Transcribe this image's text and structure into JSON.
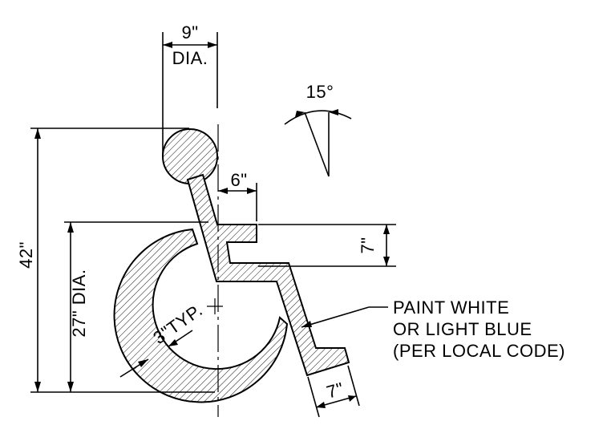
{
  "dimensions": {
    "head_diameter": "9\"",
    "head_dia_suffix": "DIA.",
    "angle": "15°",
    "arm_offset": "6\"",
    "arm_height": "7\"",
    "overall_height": "42\"",
    "wheel_diameter": "27\" DIA.",
    "stroke_width": "3\"TYP.",
    "foot_length": "7\""
  },
  "note": {
    "line1": "PAINT WHITE",
    "line2": "OR LIGHT BLUE",
    "line3": "(PER LOCAL CODE)"
  },
  "colors": {
    "ink": "#000000",
    "background": "#ffffff"
  }
}
